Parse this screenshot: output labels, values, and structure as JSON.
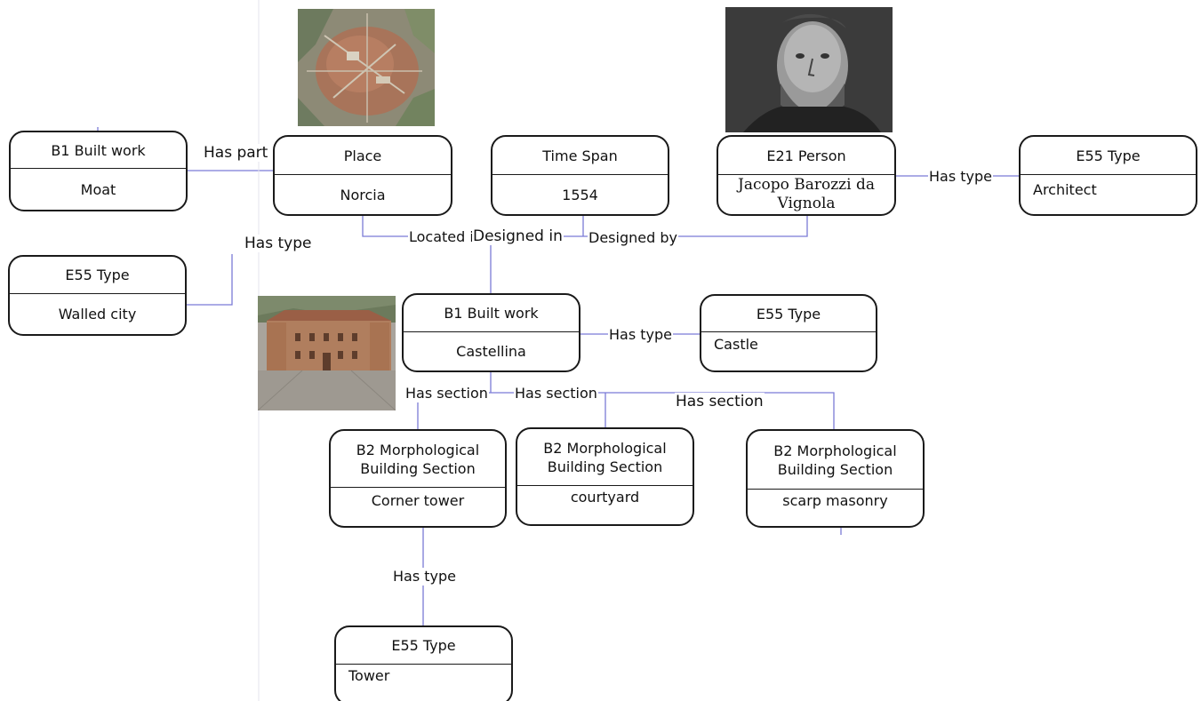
{
  "colors": {
    "edge": "#7b7bd6",
    "border": "#1a1a1a",
    "text": "#111111"
  },
  "nodes": {
    "moat": {
      "class": "B1 Built work",
      "value": "Moat"
    },
    "place": {
      "class": "Place",
      "value": "Norcia"
    },
    "timespan": {
      "class": "Time Span",
      "value": "1554"
    },
    "person": {
      "class": "E21 Person",
      "value": "Jacopo Barozzi da Vignola"
    },
    "arch_type": {
      "class": "E55 Type",
      "value": "Architect"
    },
    "walled": {
      "class": "E55 Type",
      "value": "Walled city"
    },
    "castellina": {
      "class": "B1 Built work",
      "value": "Castellina"
    },
    "castle": {
      "class": "E55 Type",
      "value": "Castle"
    },
    "corner": {
      "class": "B2 Morphological Building Section",
      "value": "Corner tower"
    },
    "courtyard": {
      "class": "B2 Morphological Building Section",
      "value": "courtyard"
    },
    "scarp": {
      "class": "B2 Morphological Building Section",
      "value": "scarp masonry"
    },
    "tower": {
      "class": "E55 Type",
      "value": "Tower"
    }
  },
  "edges": {
    "has_part": "Has part",
    "has_type_walled": "Has type",
    "located": "Located i",
    "designed_in": "Designed in",
    "designed_by": "Designed by",
    "has_type_person": "Has type",
    "has_type_castle": "Has type",
    "has_section_1": "Has section",
    "has_section_2": "Has section",
    "has_section_3": "Has section",
    "has_type_tower": "Has type"
  },
  "images": {
    "aerial": "aerial-map-photo",
    "portrait": "engraved-portrait",
    "castle_photo": "castle-building-photo"
  }
}
